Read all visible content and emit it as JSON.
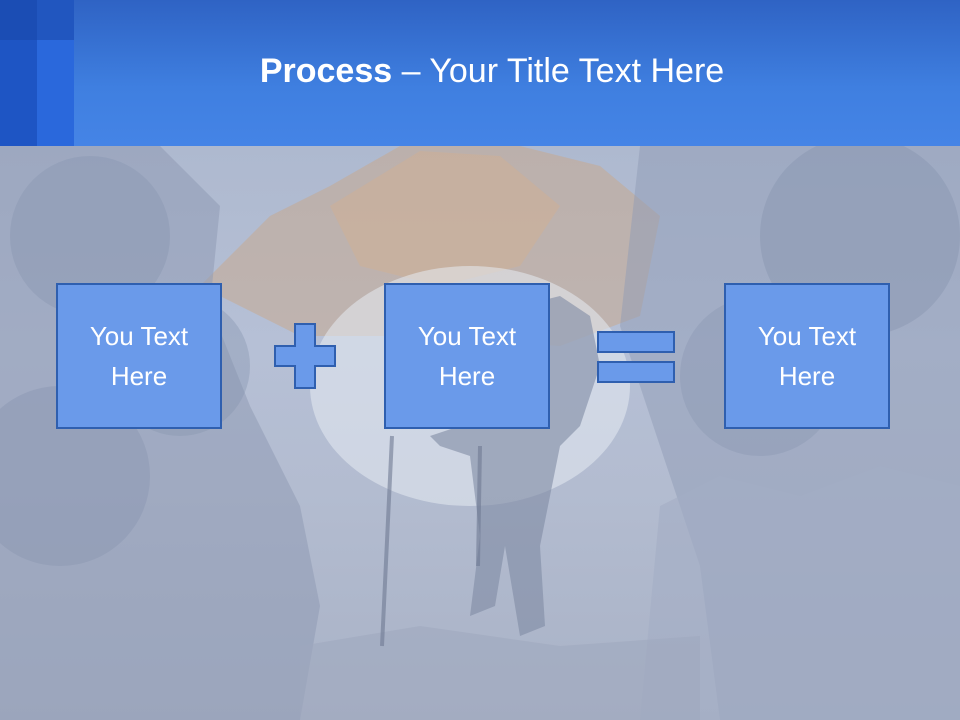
{
  "slide": {
    "title_bold": "Process",
    "title_rest": " – Your Title Text Here",
    "boxes": [
      {
        "text": "You Text Here"
      },
      {
        "text": "You Text Here"
      },
      {
        "text": "You Text Here"
      }
    ],
    "operators": [
      "plus-icon",
      "equals-icon"
    ],
    "colors": {
      "header": "#3f7fe0",
      "box_fill": "#6a9aea",
      "box_border": "#2f5faf",
      "title_text": "#ffffff"
    }
  }
}
